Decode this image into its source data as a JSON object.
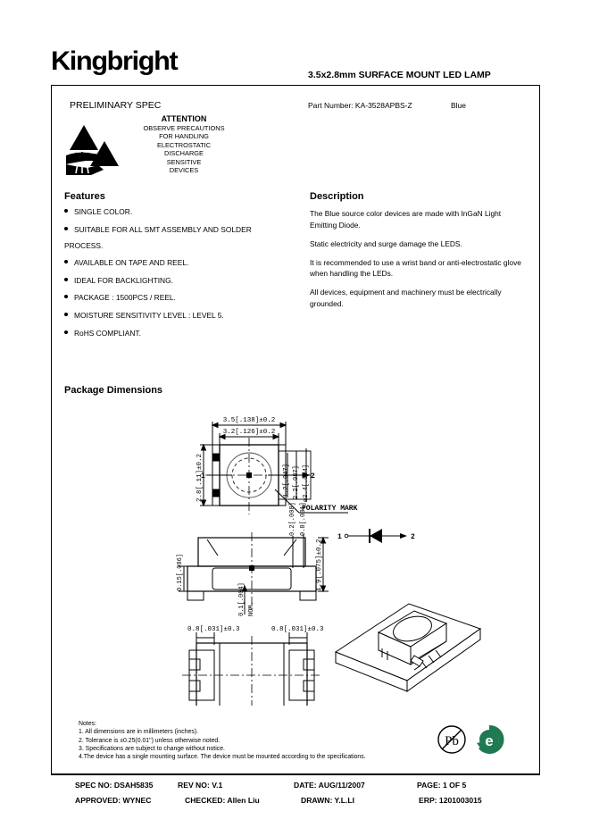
{
  "header": {
    "brand": "Kingbright",
    "headline": "3.5x2.8mm SURFACE MOUNT LED LAMP"
  },
  "spec_bar": {
    "preliminary": "PRELIMINARY SPEC",
    "part_number": "Part Number: KA-3528APBS-Z",
    "color": "Blue"
  },
  "esd": {
    "title": "ATTENTION",
    "lines": [
      "OBSERVE PRECAUTIONS",
      "FOR HANDLING",
      "ELECTROSTATIC",
      "DISCHARGE",
      "SENSITIVE",
      "DEVICES"
    ]
  },
  "features": {
    "heading": "Features",
    "items": [
      "SINGLE COLOR.",
      "SUITABLE FOR ALL SMT ASSEMBLY AND SOLDER",
      "AVAILABLE ON TAPE AND REEL.",
      "IDEAL FOR BACKLIGHTING.",
      "PACKAGE : 1500PCS / REEL.",
      "MOISTURE SENSITIVITY LEVEL : LEVEL 5.",
      "RoHS COMPLIANT."
    ],
    "item2_continuation": "PROCESS."
  },
  "description": {
    "heading": "Description",
    "paragraphs": [
      "The Blue source color devices are made with InGaN Light Emitting Diode.",
      "Static electricity and surge damage the LEDS.",
      "It is recommended to use a wrist band or anti-electrostatic glove when handling the LEDs.",
      "All devices, equipment and machinery must be electrically grounded."
    ]
  },
  "package_dimensions": {
    "heading": "Package Dimensions",
    "labels": {
      "top_width_outer": "3.5[.138]±0.2",
      "top_width_inner": "3.2[.126]±0.2",
      "top_height": "2.8[.11]±0.2",
      "pad_a": "1.2[.047]",
      "pad_b": "2.2[.087]",
      "pad_c": "ø2.4[.094]",
      "polarity_mark": "POLARITY MARK",
      "side_left": "0.15[.006]",
      "side_small1": "0.2[.008]",
      "side_small2": "0.8[.031]",
      "side_nom": "0.1[.004]",
      "side_nom_word": "NOM.",
      "side_right": "1.9[.075]±0.2",
      "bottom_left": "0.8[.031]±0.3",
      "bottom_right": "0.8[.031]±0.3",
      "pin1": "1",
      "pin2": "2"
    }
  },
  "notes": {
    "title": "Notes:",
    "items": [
      "1. All dimensions are in millimeters (inches).",
      "2. Tolerance is ±0.25(0.01\") unless otherwise noted.",
      "3. Specifications are subject to change without notice.",
      "4.The device has a single mounting surface. The device must be mounted according to the specifications."
    ]
  },
  "logos": {
    "lead_free": "Pb",
    "rohs": "e",
    "rohs_color": "#1f7a52"
  },
  "footer": {
    "spec_no": "SPEC NO: DSAH5835",
    "rev_no": "REV NO: V.1",
    "date": "DATE: AUG/11/2007",
    "page": "PAGE:  1  OF  5",
    "approved": "APPROVED: WYNEC",
    "checked": "CHECKED: Allen Liu",
    "drawn": "DRAWN: Y.L.LI",
    "erp": "ERP: 1201003015"
  }
}
